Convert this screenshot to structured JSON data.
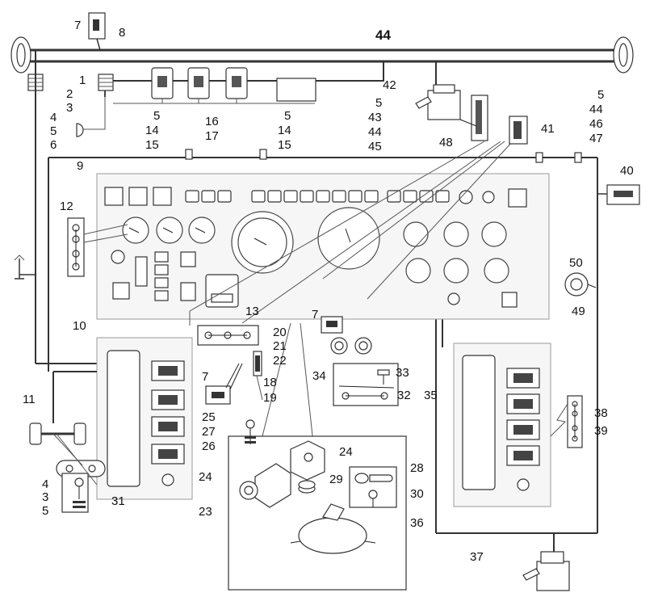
{
  "callouts": [
    {
      "id": "c1",
      "text": "1"
    },
    {
      "id": "c2",
      "text": "2"
    },
    {
      "id": "c3",
      "text": "3"
    },
    {
      "id": "c4a",
      "text": "4"
    },
    {
      "id": "c5a",
      "text": "5"
    },
    {
      "id": "c6",
      "text": "6"
    },
    {
      "id": "c7a",
      "text": "7"
    },
    {
      "id": "c8",
      "text": "8"
    },
    {
      "id": "c9",
      "text": "9"
    },
    {
      "id": "c10",
      "text": "10"
    },
    {
      "id": "c11",
      "text": "11"
    },
    {
      "id": "c12",
      "text": "12"
    },
    {
      "id": "c13",
      "text": "13"
    },
    {
      "id": "c5b",
      "text": "5"
    },
    {
      "id": "c14a",
      "text": "14"
    },
    {
      "id": "c15a",
      "text": "15"
    },
    {
      "id": "c16",
      "text": "16"
    },
    {
      "id": "c17",
      "text": "17"
    },
    {
      "id": "c5c",
      "text": "5"
    },
    {
      "id": "c14b",
      "text": "14"
    },
    {
      "id": "c15b",
      "text": "15"
    },
    {
      "id": "c18",
      "text": "18"
    },
    {
      "id": "c19",
      "text": "19"
    },
    {
      "id": "c20",
      "text": "20"
    },
    {
      "id": "c21",
      "text": "21"
    },
    {
      "id": "c22",
      "text": "22"
    },
    {
      "id": "c23",
      "text": "23"
    },
    {
      "id": "c24a",
      "text": "24"
    },
    {
      "id": "c24b",
      "text": "24"
    },
    {
      "id": "c25",
      "text": "25"
    },
    {
      "id": "c26",
      "text": "26"
    },
    {
      "id": "c27",
      "text": "27"
    },
    {
      "id": "c28",
      "text": "28"
    },
    {
      "id": "c29",
      "text": "29"
    },
    {
      "id": "c30",
      "text": "30"
    },
    {
      "id": "c31",
      "text": "31"
    },
    {
      "id": "c32",
      "text": "32"
    },
    {
      "id": "c33",
      "text": "33"
    },
    {
      "id": "c34",
      "text": "34"
    },
    {
      "id": "c35",
      "text": "35"
    },
    {
      "id": "c36",
      "text": "36"
    },
    {
      "id": "c37",
      "text": "37"
    },
    {
      "id": "c38",
      "text": "38"
    },
    {
      "id": "c39",
      "text": "39"
    },
    {
      "id": "c40",
      "text": "40"
    },
    {
      "id": "c41",
      "text": "41"
    },
    {
      "id": "c42",
      "text": "42"
    },
    {
      "id": "c44a",
      "text": "44"
    },
    {
      "id": "c5d",
      "text": "5"
    },
    {
      "id": "c43",
      "text": "43"
    },
    {
      "id": "c44b",
      "text": "44"
    },
    {
      "id": "c45",
      "text": "45"
    },
    {
      "id": "c5e",
      "text": "5"
    },
    {
      "id": "c44c",
      "text": "44"
    },
    {
      "id": "c46",
      "text": "46"
    },
    {
      "id": "c47",
      "text": "47"
    },
    {
      "id": "c48",
      "text": "48"
    },
    {
      "id": "c49",
      "text": "49"
    },
    {
      "id": "c50",
      "text": "50"
    },
    {
      "id": "c7b",
      "text": "7"
    },
    {
      "id": "c7c",
      "text": "7"
    },
    {
      "id": "c4b",
      "text": "4"
    },
    {
      "id": "c3b",
      "text": "3"
    },
    {
      "id": "c5f",
      "text": "5"
    }
  ],
  "colors": {
    "line": "#333333",
    "panel": "#f6f6f6",
    "label": "#111111"
  }
}
